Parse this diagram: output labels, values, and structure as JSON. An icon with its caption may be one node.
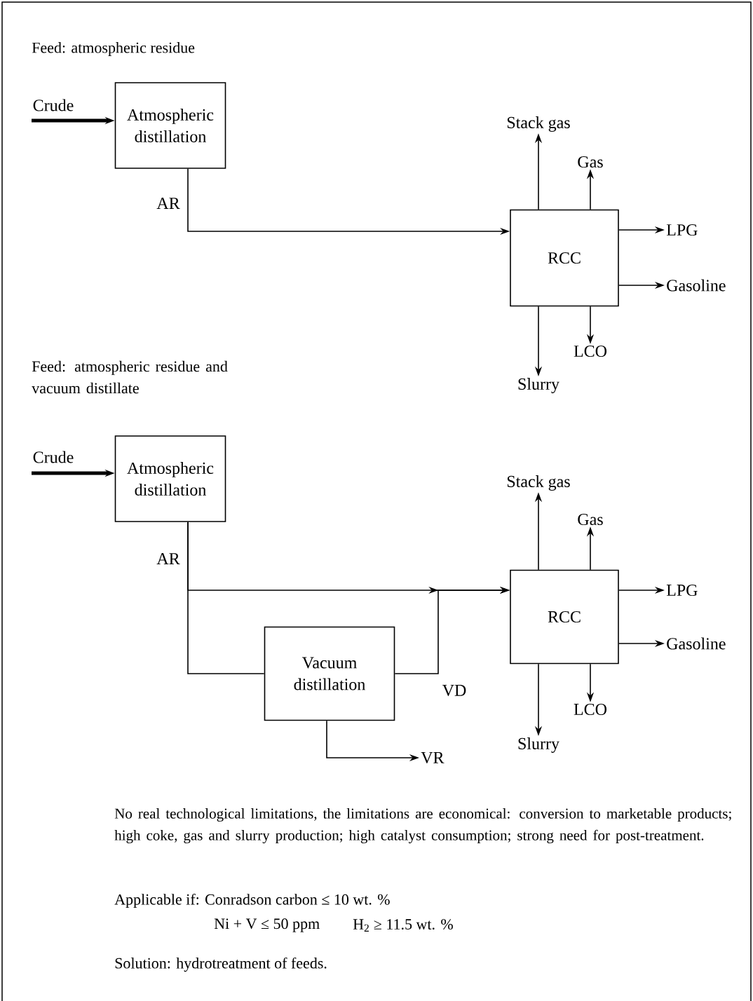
{
  "diagram": {
    "nodes": [
      {
        "text": [
          "Atmospheric distillation"
        ]
      },
      {
        "text": [
          "RCC"
        ]
      },
      {
        "text": [
          "Stack gas"
        ]
      },
      {
        "text": [
          "Gas"
        ]
      },
      {
        "text": [
          "LPG"
        ]
      },
      {
        "text": [
          "Gasoline"
        ]
      },
      {
        "text": [
          "LCO"
        ]
      },
      {
        "text": [
          "Slurry"
        ]
      },
      {
        "text": [
          "Atmospheric distillation"
        ]
      },
      {
        "text": [
          "Vacuum distillation"
        ]
      },
      {
        "text": [
          "RCC"
        ]
      },
      {
        "text": [
          "Stack gas"
        ]
      },
      {
        "text": [
          "Gas"
        ]
      },
      {
        "text": [
          "LPG"
        ]
      },
      {
        "text": [
          "Gasoline"
        ]
      },
      {
        "text": [
          "LCO"
        ]
      },
      {
        "text": [
          "Slurry"
        ]
      },
      {
        "text": [
          "VR"
        ]
      }
    ],
    "edges": [
      {
        "from": null,
        "to": 0,
        "arrow": "to",
        "label": "Crude",
        "style": "thick"
      },
      {
        "from": 0,
        "to": 1,
        "arrow": "to",
        "label": "AR"
      },
      {
        "from": 1,
        "to": 2,
        "arrow": "to"
      },
      {
        "from": 1,
        "to": 3,
        "arrow": "to"
      },
      {
        "from": 1,
        "to": 4,
        "arrow": "to"
      },
      {
        "from": 1,
        "to": 5,
        "arrow": "to"
      },
      {
        "from": 1,
        "to": 6,
        "arrow": "to"
      },
      {
        "from": 1,
        "to": 7,
        "arrow": "to"
      },
      {
        "from": null,
        "to": 8,
        "arrow": "to",
        "label": "Crude",
        "style": "thick"
      },
      {
        "from": 8,
        "to": 10,
        "arrow": "to",
        "label": "AR"
      },
      {
        "from": 8,
        "to": 9,
        "arrow": "none"
      },
      {
        "from": 9,
        "to": 10,
        "arrow": "to",
        "label": "VD"
      },
      {
        "from": 9,
        "to": 17,
        "arrow": "to"
      },
      {
        "from": 10,
        "to": 11,
        "arrow": "to"
      },
      {
        "from": 10,
        "to": 12,
        "arrow": "to"
      },
      {
        "from": 10,
        "to": 13,
        "arrow": "to"
      },
      {
        "from": 10,
        "to": 14,
        "arrow": "to"
      },
      {
        "from": 10,
        "to": 15,
        "arrow": "to"
      },
      {
        "from": 10,
        "to": 16,
        "arrow": "to"
      }
    ],
    "labels": [
      "Feed: atmospheric residue",
      "Feed: atmospheric residue and vacuum distillate",
      "No real technological limitations, the limitations are economical: conversion to marketable products; high coke, gas and slurry production; high catalyst consumption; strong need for post-treatment.",
      "Applicable if: Conradson carbon ≤ 10 wt. %",
      "Ni + V ≤ 50 ppm",
      "H$_{2}$ ≥ 11.5 wt. %",
      "Solution: hydrotreatment of feeds."
    ]
  }
}
